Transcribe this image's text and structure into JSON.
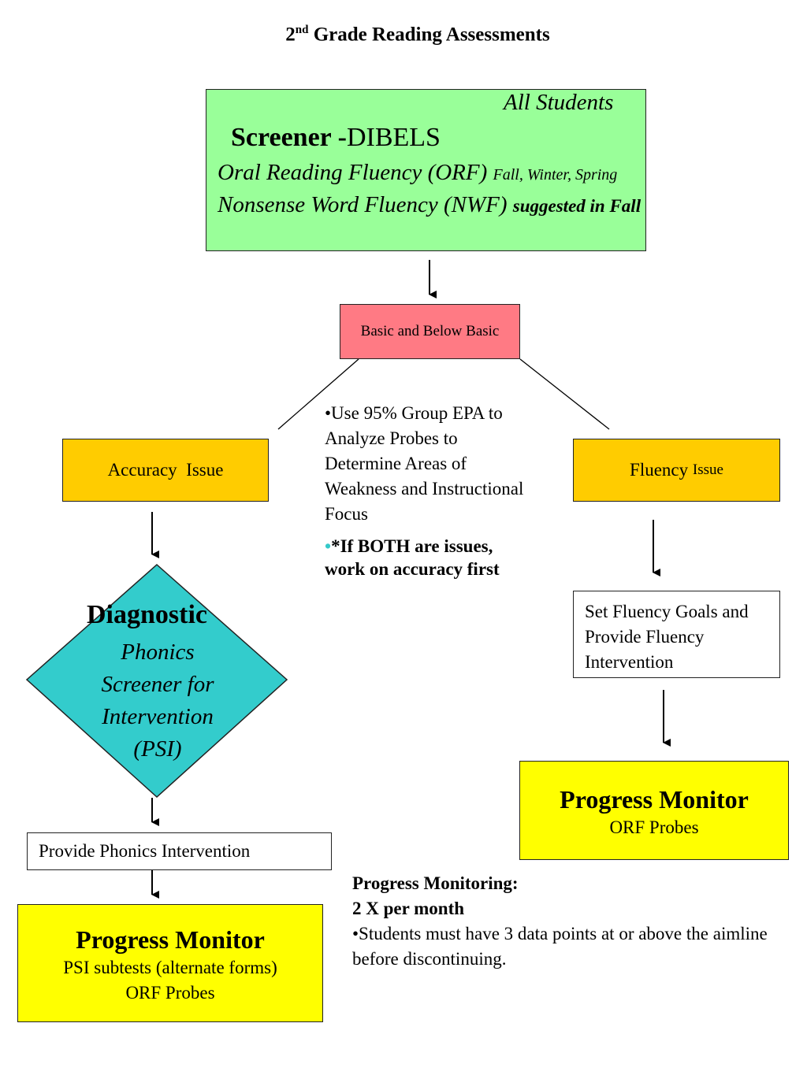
{
  "title": {
    "number": "2",
    "suffix": "nd",
    "text": "Grade Reading Assessments"
  },
  "screener": {
    "audience": "All Students",
    "label": "Screener -",
    "tool": "DIBELS",
    "orf": "Oral Reading Fluency (ORF)",
    "orf_timing": "Fall, Winter, Spring",
    "nwf": "Nonsense Word Fluency (NWF)",
    "nwf_timing": "suggested in Fall"
  },
  "basic_box": "Basic and Below Basic",
  "accuracy_box": "Accuracy  Issue",
  "fluency_box": {
    "main": "Fluency",
    "small": "Issue"
  },
  "notes": {
    "bullet1": "•Use 95%  Group EPA to Analyze Probes to Determine Areas of Weakness and Instructional Focus",
    "bullet2_mark": "•",
    "bullet2": "*If BOTH are issues, work on accuracy first"
  },
  "diagnostic": {
    "title": "Diagnostic",
    "subtitle": "Phonics Screener for Intervention (PSI)"
  },
  "set_goals_box": "Set Fluency Goals and  Provide Fluency Intervention",
  "phonics_box": "Provide Phonics Intervention",
  "progress_right": {
    "title": "Progress Monitor",
    "line1": "ORF Probes"
  },
  "progress_left": {
    "title": "Progress Monitor",
    "line1": "PSI subtests (alternate forms)",
    "line2": "ORF Probes"
  },
  "monitoring": {
    "heading": "Progress Monitoring:",
    "frequency": "2 X per month",
    "rule": "•Students must have 3 data points at or above the aimline before discontinuing."
  },
  "colors": {
    "screener": "#99ff99",
    "basic": "#ff7a84",
    "issue": "#ffcc00",
    "diagnostic": "#33cccc",
    "progress": "#ffff00"
  }
}
